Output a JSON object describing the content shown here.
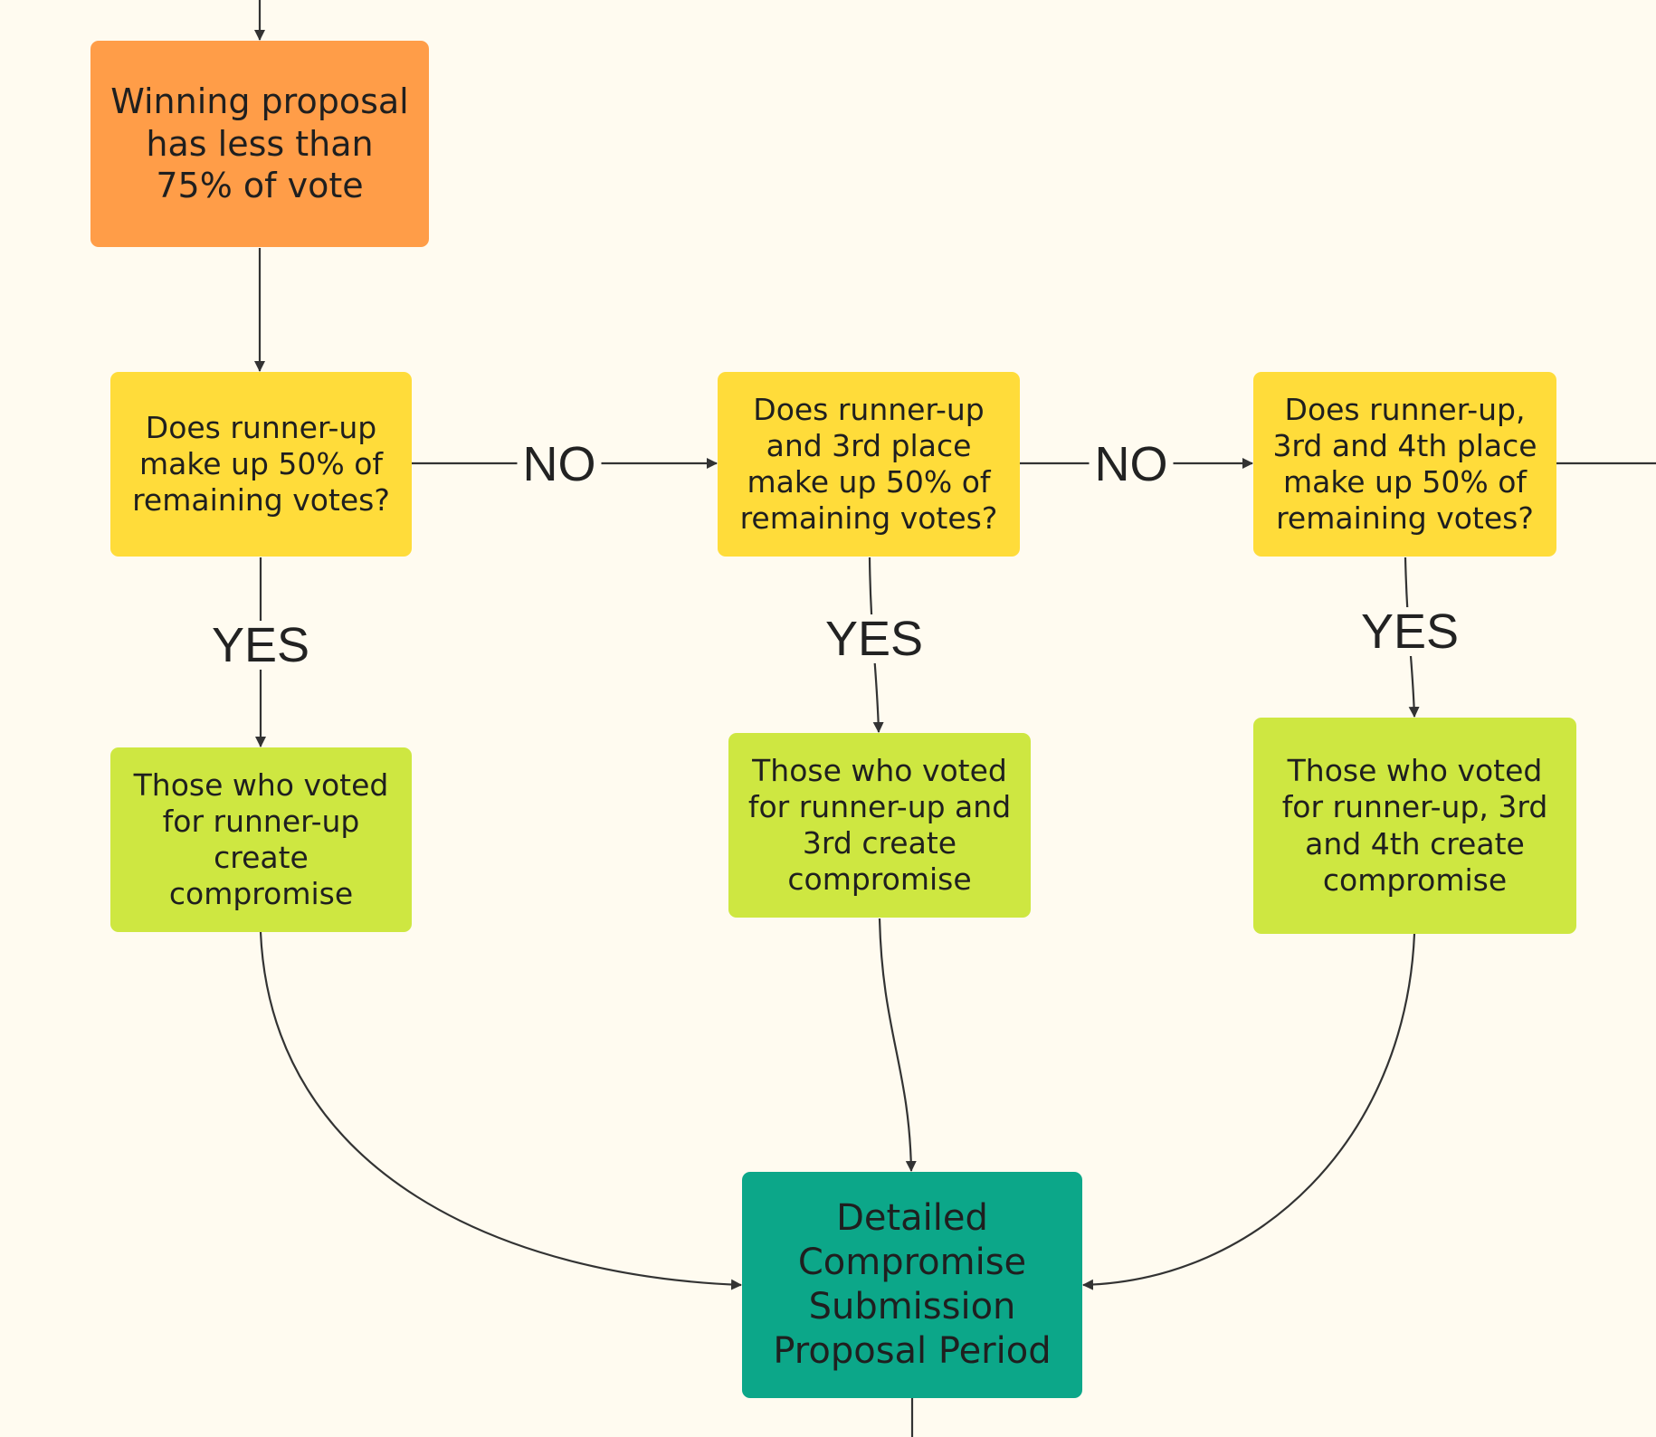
{
  "colors": {
    "background": "#fffbf0",
    "start": "#ff9d48",
    "decision": "#ffdc3a",
    "action": "#cee741",
    "outcome": "#0ca789",
    "line": "#333333"
  },
  "nodes": {
    "start": {
      "label": "Winning proposal has less than 75% of vote"
    },
    "q1": {
      "label": "Does runner-up make up 50% of remaining votes?"
    },
    "q2": {
      "label": "Does runner-up and 3rd place make up 50% of remaining votes?"
    },
    "q3": {
      "label": "Does runner-up, 3rd and 4th place make up 50% of remaining votes?"
    },
    "a1": {
      "label": "Those who voted for runner-up create compromise"
    },
    "a2": {
      "label": "Those who voted for runner-up and 3rd create compromise"
    },
    "a3": {
      "label": "Those who voted for runner-up, 3rd and 4th create compromise"
    },
    "result": {
      "label": "Detailed Compromise Submission Proposal Period"
    }
  },
  "edges": [
    {
      "from": "entry",
      "to": "start",
      "label": ""
    },
    {
      "from": "start",
      "to": "q1",
      "label": ""
    },
    {
      "from": "q1",
      "to": "q2",
      "label": "NO"
    },
    {
      "from": "q2",
      "to": "q3",
      "label": "NO"
    },
    {
      "from": "q3",
      "to": "offscreen-right",
      "label": ""
    },
    {
      "from": "q1",
      "to": "a1",
      "label": "YES"
    },
    {
      "from": "q2",
      "to": "a2",
      "label": "YES"
    },
    {
      "from": "q3",
      "to": "a3",
      "label": "YES"
    },
    {
      "from": "a1",
      "to": "result",
      "label": ""
    },
    {
      "from": "a2",
      "to": "result",
      "label": ""
    },
    {
      "from": "a3",
      "to": "result",
      "label": ""
    },
    {
      "from": "result",
      "to": "offscreen-bottom",
      "label": ""
    }
  ]
}
